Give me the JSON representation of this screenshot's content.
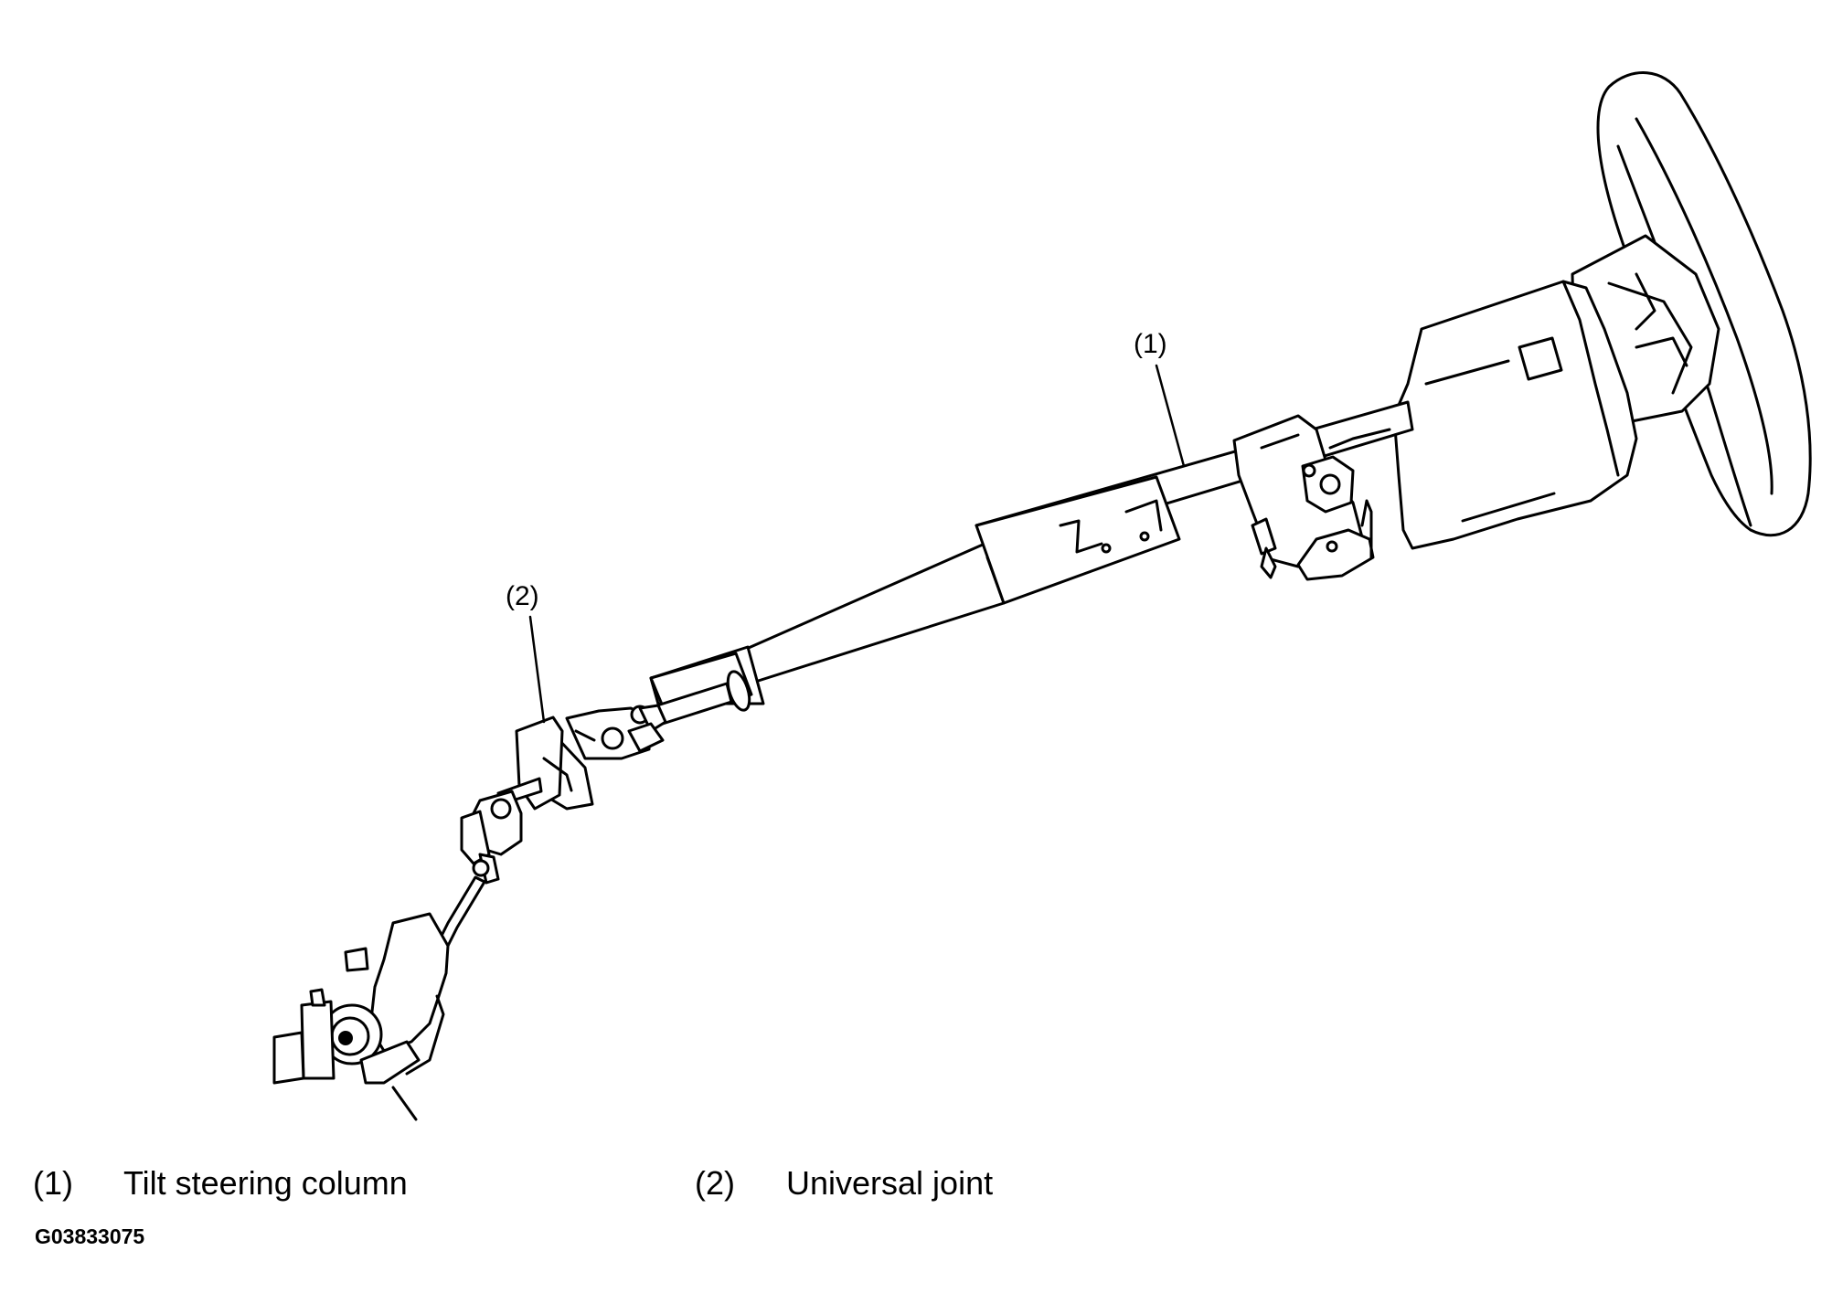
{
  "callouts": [
    {
      "id": "1",
      "label": "(1)"
    },
    {
      "id": "2",
      "label": "(2)"
    }
  ],
  "legend": [
    {
      "number": "(1)",
      "text": "Tilt steering column"
    },
    {
      "number": "(2)",
      "text": "Universal joint"
    }
  ],
  "figure_id": "G03833075"
}
